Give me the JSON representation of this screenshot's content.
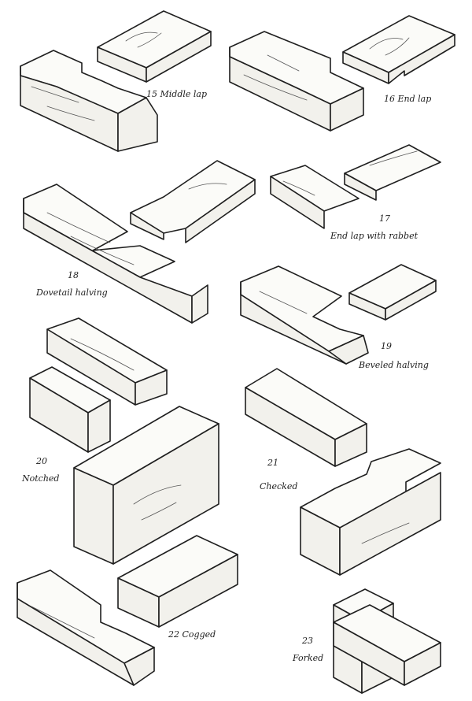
{
  "figures": [
    {
      "number": "15",
      "caption": "Middle lap"
    },
    {
      "number": "16",
      "caption": "End lap"
    },
    {
      "number": "17",
      "caption": "End lap with rabbet"
    },
    {
      "number": "18",
      "caption": "Dovetail halving"
    },
    {
      "number": "19",
      "caption": "Beveled halving"
    },
    {
      "number": "20",
      "caption": "Notched"
    },
    {
      "number": "21",
      "caption": "Checked"
    },
    {
      "number": "22",
      "caption": "Cogged"
    },
    {
      "number": "23",
      "caption": "Forked"
    }
  ],
  "colors": {
    "ink": "#1f1f1f",
    "paper": "#ffffff"
  }
}
